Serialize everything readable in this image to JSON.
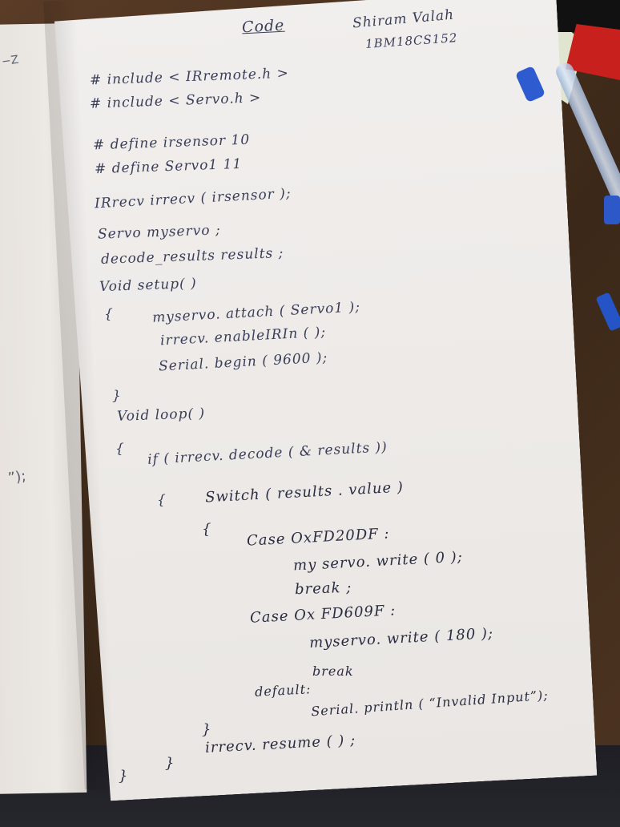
{
  "header": {
    "title": "Code",
    "author": "Shiram Valah",
    "usn": "1BM18CS152"
  },
  "left_page": {
    "fragment_top": "−Z",
    "fragment_mid": "”);"
  },
  "lines": [
    "# include   < IRremote.h >",
    "# include   < Servo.h >",
    "# define    irsensor 10",
    "#    define      Servo1  11",
    "IRrecv     irrecv ( irsensor );",
    "Servo      myservo ;",
    "decode_results     results ;",
    "Void setup( )",
    "{",
    "myservo. attach ( Servo1 );",
    "irrecv.  enableIRIn ( );",
    "Serial.  begin ( 9600 );",
    "}",
    "Void loop( )",
    "{",
    "if     ( irrecv. decode ( & results ))",
    "{",
    "Switch ( results . value )",
    "{",
    "Case  OxFD20DF :",
    "my servo. write ( 0 );",
    "break ;",
    "Case   Ox FD609F :",
    "myservo. write ( 180 );",
    "break",
    "default:",
    "Serial. println ( “Invalid Input”);",
    "}",
    "irrecv.  resume ( ) ;",
    "}",
    "}"
  ]
}
